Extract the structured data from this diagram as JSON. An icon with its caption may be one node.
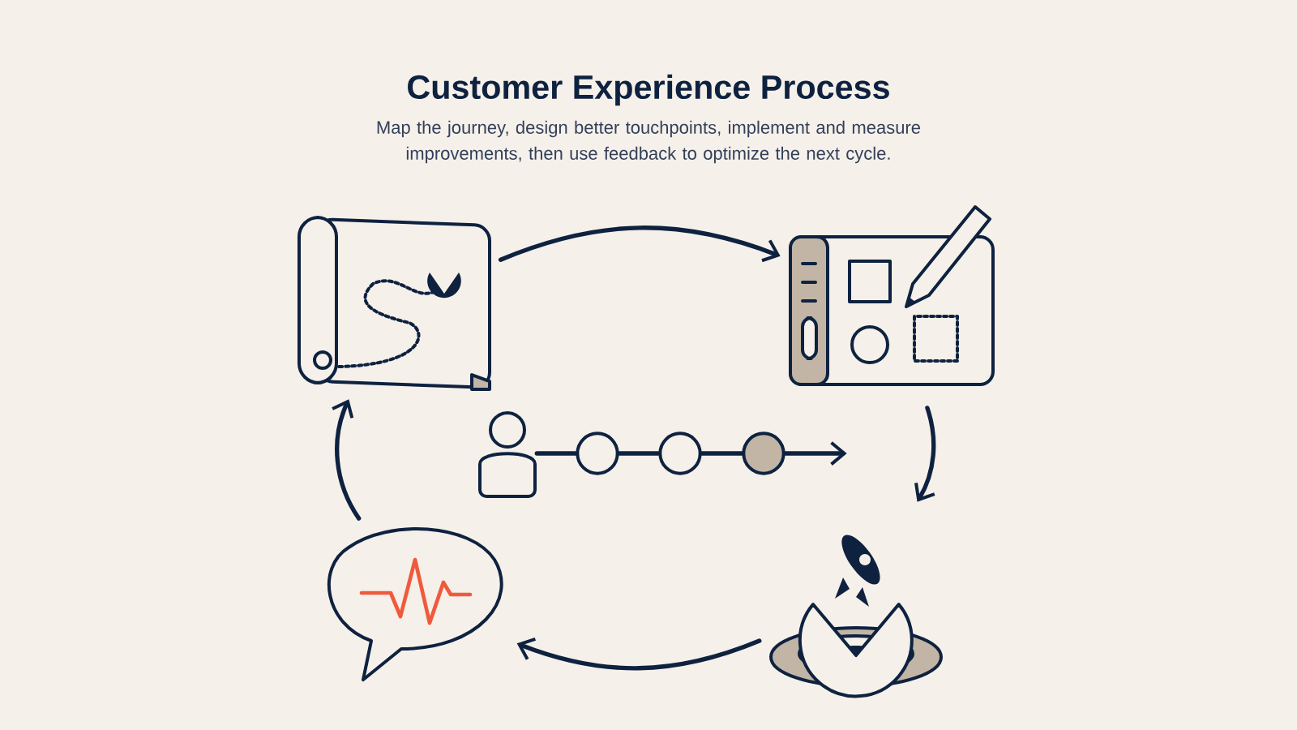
{
  "diagram": {
    "title": "Customer Experience Process",
    "caption": "Map the journey, design better touchpoints, implement and measure improvements, then use feedback to optimize the next cycle.",
    "nodes": [
      {
        "text": [],
        "shape": "picture"
      },
      {
        "text": [],
        "shape": "picture"
      },
      {
        "text": [],
        "shape": "picture"
      },
      {
        "text": [],
        "shape": "picture"
      },
      {
        "text": [],
        "shape": "person"
      },
      {
        "text": [],
        "shape": "circle"
      },
      {
        "text": [],
        "shape": "circle"
      },
      {
        "text": [],
        "shape": "circle"
      }
    ],
    "edges": [
      {
        "from": 0,
        "to": 1,
        "arrow": "to"
      },
      {
        "from": 1,
        "to": 2,
        "arrow": "to"
      },
      {
        "from": 2,
        "to": 3,
        "arrow": "to"
      },
      {
        "from": 3,
        "to": 0,
        "arrow": "to"
      },
      {
        "from": 4,
        "to": 5,
        "arrow": "none"
      },
      {
        "from": 5,
        "to": 6,
        "arrow": "none"
      },
      {
        "from": 6,
        "to": 7,
        "arrow": "none"
      },
      {
        "from": 7,
        "to": null,
        "arrow": "to"
      }
    ]
  }
}
